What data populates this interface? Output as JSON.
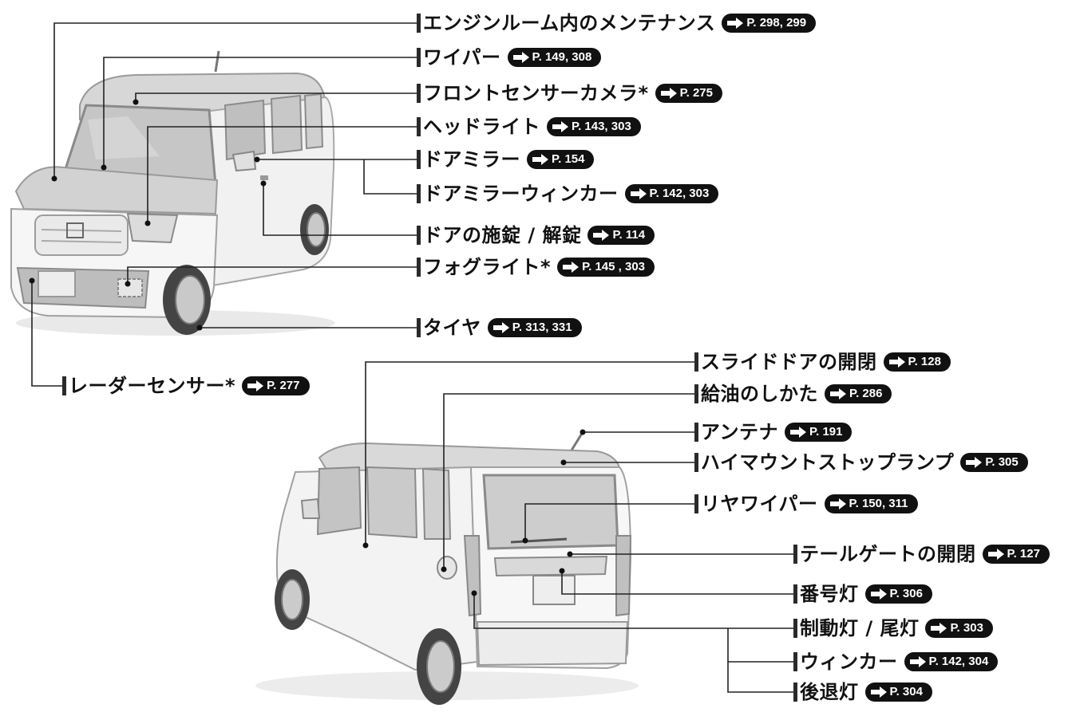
{
  "callouts": [
    {
      "id": "engine-room",
      "label": "エンジンルーム内のメンテナンス",
      "ref": "P. 298, 299"
    },
    {
      "id": "wiper",
      "label": "ワイパー",
      "ref": "P. 149, 308"
    },
    {
      "id": "front-sensor-camera",
      "label": "フロントセンサーカメラ*",
      "ref": "P. 275"
    },
    {
      "id": "headlight",
      "label": "ヘッドライト",
      "ref": "P. 143, 303"
    },
    {
      "id": "door-mirror",
      "label": "ドアミラー",
      "ref": "P. 154"
    },
    {
      "id": "door-mirror-winker",
      "label": "ドアミラーウィンカー",
      "ref": "P. 142, 303"
    },
    {
      "id": "door-lock",
      "label": "ドアの施錠 / 解錠",
      "ref": "P. 114"
    },
    {
      "id": "fog-light",
      "label": "フォグライト*",
      "ref": "P. 145 , 303"
    },
    {
      "id": "tire",
      "label": "タイヤ",
      "ref": "P. 313, 331"
    },
    {
      "id": "radar-sensor",
      "label": "レーダーセンサー*",
      "ref": "P. 277"
    },
    {
      "id": "slide-door",
      "label": "スライドドアの開閉",
      "ref": "P. 128"
    },
    {
      "id": "refuel",
      "label": "給油のしかた",
      "ref": "P. 286"
    },
    {
      "id": "antenna",
      "label": "アンテナ",
      "ref": "P. 191"
    },
    {
      "id": "high-mount-stop",
      "label": "ハイマウントストップランプ",
      "ref": "P. 305"
    },
    {
      "id": "rear-wiper",
      "label": "リヤワイパー",
      "ref": "P. 150, 311"
    },
    {
      "id": "tailgate",
      "label": "テールゲートの開閉",
      "ref": "P. 127"
    },
    {
      "id": "license-light",
      "label": "番号灯",
      "ref": "P. 306"
    },
    {
      "id": "brake-tail-light",
      "label": "制動灯 / 尾灯",
      "ref": "P. 303"
    },
    {
      "id": "winker",
      "label": "ウィンカー",
      "ref": "P. 142, 304"
    },
    {
      "id": "reverse-light",
      "label": "後退灯",
      "ref": "P. 304"
    }
  ]
}
